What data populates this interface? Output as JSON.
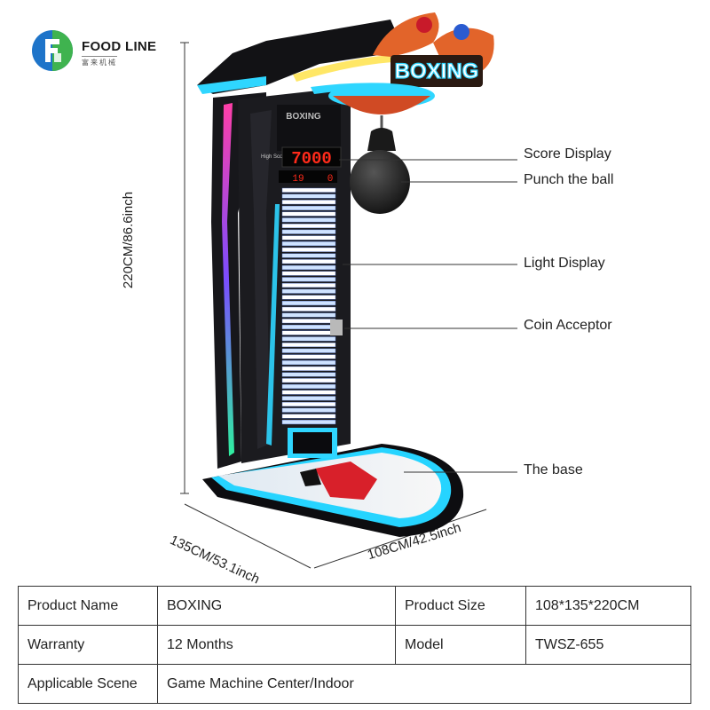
{
  "brand": {
    "name": "FOOD LINE",
    "sub": "富来机械"
  },
  "machine": {
    "sign_text": "BOXING",
    "panel_text": "BOXING",
    "score": "7000",
    "high_label": "High Score",
    "counter_left": "19",
    "counter_right": "0"
  },
  "callouts": {
    "score_display": "Score Display",
    "punch_ball": "Punch the ball",
    "light_display": "Light Display",
    "coin_acceptor": "Coin Acceptor",
    "base": "The base"
  },
  "dimensions": {
    "height": "220CM/86.6inch",
    "depth": "135CM/53.1inch",
    "width": "108CM/42.5inch"
  },
  "spec_table": {
    "rows": [
      [
        "Product Name",
        "BOXING",
        "Product Size",
        "108*135*220CM"
      ],
      [
        "Warranty",
        "12 Months",
        "Model",
        "TWSZ-655"
      ],
      [
        "Applicable Scene",
        "Game Machine Center/Indoor"
      ]
    ]
  },
  "colors": {
    "neon_blue": "#2fd6ff",
    "neon_pink": "#ff3fa8",
    "cabinet": "#1b1b1f",
    "led_red": "#ff2a1a",
    "base_red": "#d8202a"
  }
}
